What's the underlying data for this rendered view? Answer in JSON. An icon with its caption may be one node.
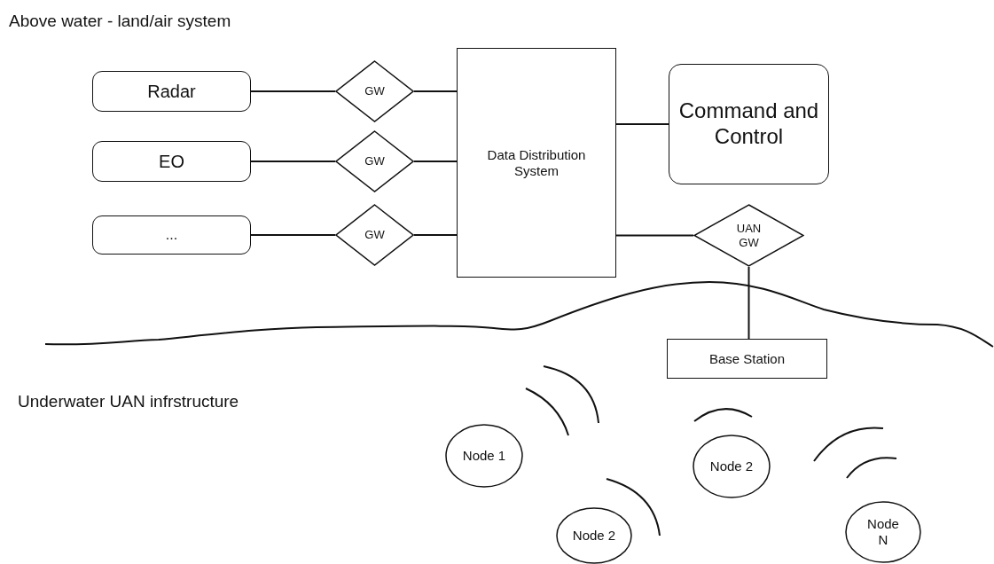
{
  "diagram": {
    "nodes": [
      {
        "text": [
          "Radar"
        ]
      },
      {
        "text": [
          "EO"
        ]
      },
      {
        "text": [
          "..."
        ]
      },
      {
        "text": [
          "GW"
        ]
      },
      {
        "text": [
          "GW"
        ]
      },
      {
        "text": [
          "GW"
        ]
      },
      {
        "text": [
          "Data Distribution System"
        ]
      },
      {
        "text": [
          "Command and Control"
        ]
      },
      {
        "text": [
          "UAN GW"
        ]
      },
      {
        "text": [
          "Base Station"
        ]
      },
      {
        "text": [
          "Node 1"
        ]
      },
      {
        "text": [
          "Node 2"
        ]
      },
      {
        "text": [
          "Node 2"
        ]
      },
      {
        "text": [
          "Node N"
        ]
      }
    ],
    "edges": [
      {
        "from": 0,
        "to": 3,
        "arrow": "none"
      },
      {
        "from": 1,
        "to": 4,
        "arrow": "none"
      },
      {
        "from": 2,
        "to": 5,
        "arrow": "none"
      },
      {
        "from": 3,
        "to": 6,
        "arrow": "none"
      },
      {
        "from": 4,
        "to": 6,
        "arrow": "none"
      },
      {
        "from": 5,
        "to": 6,
        "arrow": "none"
      },
      {
        "from": 6,
        "to": 7,
        "arrow": "none"
      },
      {
        "from": 6,
        "to": 8,
        "arrow": "none"
      },
      {
        "from": 8,
        "to": 9,
        "arrow": "none"
      }
    ],
    "labels": [
      "Above water - land/air system",
      "Underwater UAN infrstructure"
    ]
  }
}
